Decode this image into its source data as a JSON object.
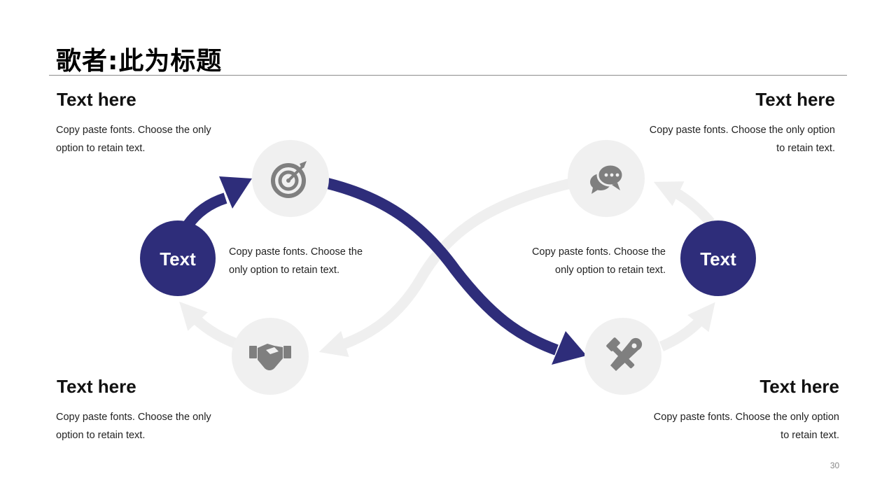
{
  "slide": {
    "title": "歌者:此为标题",
    "page_number": "30"
  },
  "corners": {
    "top_left": {
      "heading": "Text here",
      "line1": "Copy paste fonts. Choose the only",
      "line2": "option to retain text."
    },
    "top_right": {
      "heading": "Text here",
      "line1": "Copy paste fonts. Choose the only option",
      "line2": "to retain text."
    },
    "bottom_left": {
      "heading": "Text here",
      "line1": "Copy paste fonts. Choose the only",
      "line2": "option to retain text."
    },
    "bottom_right": {
      "heading": "Text here",
      "line1": "Copy paste fonts. Choose the only option",
      "line2": "to retain text."
    }
  },
  "center": {
    "left": {
      "line1": "Copy paste fonts. Choose the",
      "line2": "only option to retain text."
    },
    "right": {
      "line1": "Copy paste fonts. Choose the",
      "line2": "only option to retain text."
    }
  },
  "hubs": {
    "left_label": "Text",
    "right_label": "Text"
  },
  "icons": [
    "target-icon",
    "chat-icon",
    "handshake-icon",
    "tools-icon"
  ],
  "colors": {
    "accent": "#2e2d7a",
    "light_arrow": "#efefef",
    "icon_circle": "#f0f0f0",
    "icon_glyph": "#7f7f7f"
  }
}
